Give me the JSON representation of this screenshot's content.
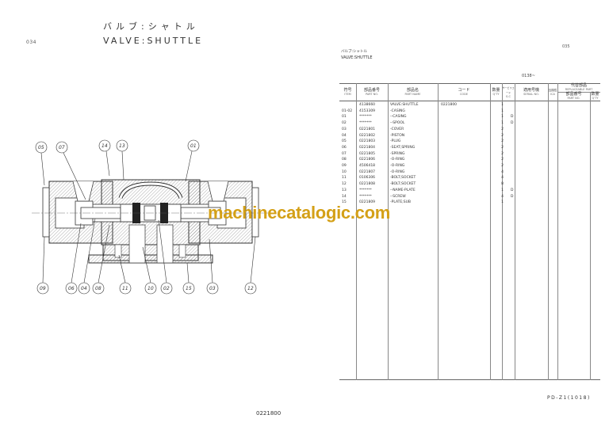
{
  "left_page": {
    "page_number": "034",
    "title_jp": "バルブ:シャトル",
    "title_en": "VALVE:SHUTTLE",
    "diagram_labels_top": [
      "05",
      "07",
      "14",
      "13",
      "01"
    ],
    "diagram_labels_bottom": [
      "09",
      "06",
      "04",
      "08",
      "11",
      "10",
      "02",
      "15",
      "03",
      "12"
    ],
    "footer_code": "0221800"
  },
  "right_page": {
    "page_number": "035",
    "header_jp": "バルブ:シャトル",
    "header_en": "VALVE:SHUTTLE",
    "serial_top": "0138~",
    "footer": "PD-Z1(1018)",
    "table": {
      "headers": {
        "item": {
          "jp": "符号",
          "en": "ITEM"
        },
        "part_no": {
          "jp": "部品番号",
          "en": "PART NO."
        },
        "part_name": {
          "jp": "部品名",
          "en": "PART NAME"
        },
        "code": {
          "jp": "コード",
          "en": "CODE"
        },
        "qty": {
          "jp": "数量",
          "en": "Q'TY"
        },
        "sc": {
          "jp": "サービスコード",
          "en": "S-C"
        },
        "serial": {
          "jp": "適用号機",
          "en": "SERIAL NO."
        },
        "ica": {
          "jp": "互換性",
          "en": "ICA"
        },
        "replaceable": {
          "jp": "代替部品",
          "en": "REPLACEABLE PART"
        },
        "rep_part_no": {
          "jp": "部品番号",
          "en": "PART NO."
        },
        "rep_qty": {
          "jp": "数量",
          "en": "Q'TY"
        }
      },
      "rows": [
        {
          "item": "",
          "part_no": "4138660",
          "name": "VALVE:SHUTTLE",
          "code": "0221800",
          "qty": "1",
          "sc": ""
        },
        {
          "item": "01-02",
          "part_no": "4153309",
          "name": "-CASING",
          "code": "",
          "qty": "1",
          "sc": ""
        },
        {
          "item": "01",
          "part_no": "*******",
          "name": "--CASING",
          "code": "",
          "qty": "1",
          "sc": "D"
        },
        {
          "item": "02",
          "part_no": "*******",
          "name": "--SPOOL",
          "code": "",
          "qty": "1",
          "sc": "D"
        },
        {
          "item": "03",
          "part_no": "0221801",
          "name": "-COVER",
          "code": "",
          "qty": "2",
          "sc": ""
        },
        {
          "item": "04",
          "part_no": "0221802",
          "name": "-PISTON",
          "code": "",
          "qty": "2",
          "sc": ""
        },
        {
          "item": "05",
          "part_no": "0221803",
          "name": "-PLUG",
          "code": "",
          "qty": "2",
          "sc": ""
        },
        {
          "item": "06",
          "part_no": "0221804",
          "name": "-SEAT;SPRING",
          "code": "",
          "qty": "2",
          "sc": ""
        },
        {
          "item": "07",
          "part_no": "0221805",
          "name": "-SPRING",
          "code": "",
          "qty": "2",
          "sc": ""
        },
        {
          "item": "08",
          "part_no": "0221806",
          "name": "-O-RING",
          "code": "",
          "qty": "2",
          "sc": ""
        },
        {
          "item": "09",
          "part_no": "4506418",
          "name": "-O-RING",
          "code": "",
          "qty": "2",
          "sc": ""
        },
        {
          "item": "10",
          "part_no": "0221807",
          "name": "-O-RING",
          "code": "",
          "qty": "4",
          "sc": ""
        },
        {
          "item": "11",
          "part_no": "0106306",
          "name": "-BOLT;SOCKET",
          "code": "",
          "qty": "4",
          "sc": ""
        },
        {
          "item": "12",
          "part_no": "0221808",
          "name": "-BOLT;SOCKET",
          "code": "",
          "qty": "8",
          "sc": ""
        },
        {
          "item": "13",
          "part_no": "*******",
          "name": "--NAME-PLATE",
          "code": "",
          "qty": "1",
          "sc": "D"
        },
        {
          "item": "14",
          "part_no": "*******",
          "name": "--SCREW",
          "code": "",
          "qty": "4",
          "sc": "D"
        },
        {
          "item": "15",
          "part_no": "0221809",
          "name": "-PLATE;SUB",
          "code": "",
          "qty": "1",
          "sc": ""
        }
      ]
    }
  },
  "watermark": {
    "text": "machinecatalogic.com",
    "color": "#d4a017"
  }
}
